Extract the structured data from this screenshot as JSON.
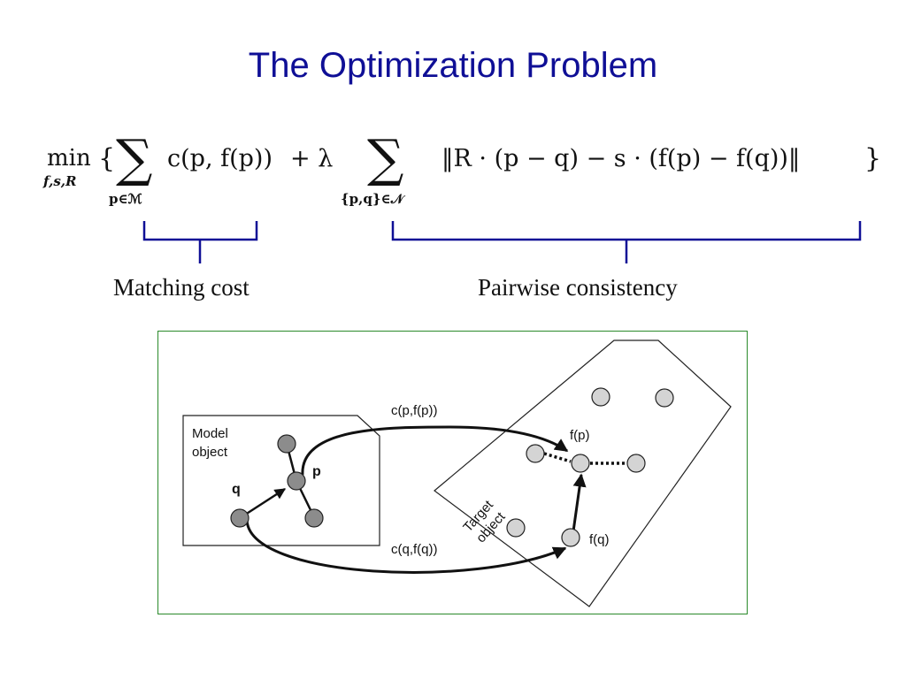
{
  "title": "The Optimization Problem",
  "formula": {
    "min_op": "min",
    "min_subscript": "f,s,R",
    "open_brace": "{",
    "sum_symbol": "∑",
    "matching_term": "c(p, f(p))",
    "plus_lambda": "+ λ",
    "sum_subscript_1": "p∈ℳ",
    "sum_subscript_2": "{p,q}∈𝒩",
    "pairwise_term": "‖R · (p − q) − s · (f(p) − f(q))‖",
    "close_brace": "}"
  },
  "labels": {
    "matching_cost": "Matching cost",
    "pairwise_consistency": "Pairwise consistency"
  },
  "diagram": {
    "model_box_label_line1": "Model",
    "model_box_label_line2": "object",
    "target_box_label_line1": "Target",
    "target_box_label_line2": "object",
    "node_p": "p",
    "node_q": "q",
    "node_fp": "f(p)",
    "node_fq": "f(q)",
    "arc_top_label": "c(p,f(p))",
    "arc_bottom_label": "c(q,f(q))"
  },
  "colors": {
    "title": "#0f0f96",
    "brace": "#0f0f96",
    "figure_border": "#2a8a2a",
    "model_node": "#8c8c8c",
    "target_node": "#d4d4d4"
  }
}
